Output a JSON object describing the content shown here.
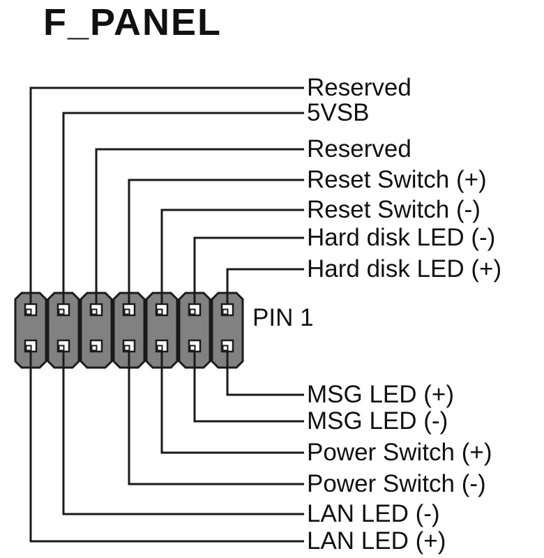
{
  "title": "F_PANEL",
  "pin1_label": "PIN 1",
  "connector": {
    "columns": 7,
    "rows": 2,
    "top_labels": [
      "Reserved",
      "5VSB",
      "Reserved",
      "Reset Switch (+)",
      "Reset Switch (-)",
      "Hard disk LED (-)",
      "Hard disk LED (+)"
    ],
    "top_label_columns": [
      1,
      2,
      3,
      4,
      5,
      6,
      7
    ],
    "bottom_labels": [
      "MSG LED (+)",
      "MSG LED (-)",
      "Power Switch (+)",
      "Power Switch (-)",
      "LAN LED (-)",
      "LAN LED (+)"
    ],
    "bottom_label_columns": [
      7,
      6,
      5,
      4,
      2,
      1
    ]
  },
  "colors": {
    "background": "#ffffff",
    "connector_fill": "#818181",
    "outline": "#1a1a1a",
    "pin_fill": "#ffffff",
    "text": "#111111"
  }
}
